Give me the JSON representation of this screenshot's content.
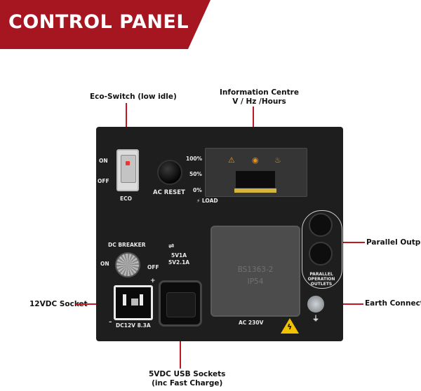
{
  "header": {
    "title": "CONTROL PANEL"
  },
  "callouts": {
    "eco_switch": "Eco-Switch (low idle)",
    "info_centre": [
      "Information Centre",
      "V / Hz /Hours"
    ],
    "parallel_outputs": "Parallel Outputs",
    "earth_connection": "Earth Connection",
    "dc_socket": "12VDC Socket",
    "usb_sockets": [
      "5VDC USB Sockets",
      "(inc Fast Charge)"
    ]
  },
  "panel": {
    "on": "ON",
    "off": "OFF",
    "eco": "ECO",
    "ac_reset": "AC RESET",
    "load_levels": [
      "100%",
      "50%",
      "0%"
    ],
    "load": "LOAD",
    "dc_breaker": "DC BREAKER",
    "breaker_on": "ON",
    "breaker_off": "OFF",
    "usb_ratings": [
      "5V1A",
      "5V2.1A"
    ],
    "dc_rating": "DC12V 8.3A",
    "cover_labels": [
      "BS1363-2",
      "IP54"
    ],
    "ac_voltage": "AC 230V",
    "parallel_label": [
      "PARALLEL",
      "OPERATION",
      "OUTLETS"
    ]
  },
  "colors": {
    "accent": "#a51620",
    "leader": "#c01823",
    "panel": "#1e1e1e"
  },
  "icons": [
    "usb-icon",
    "bulb-icon",
    "warning-icon",
    "oil-icon",
    "ground-icon",
    "lightning-warning-icon",
    "plus-icon",
    "minus-icon"
  ]
}
